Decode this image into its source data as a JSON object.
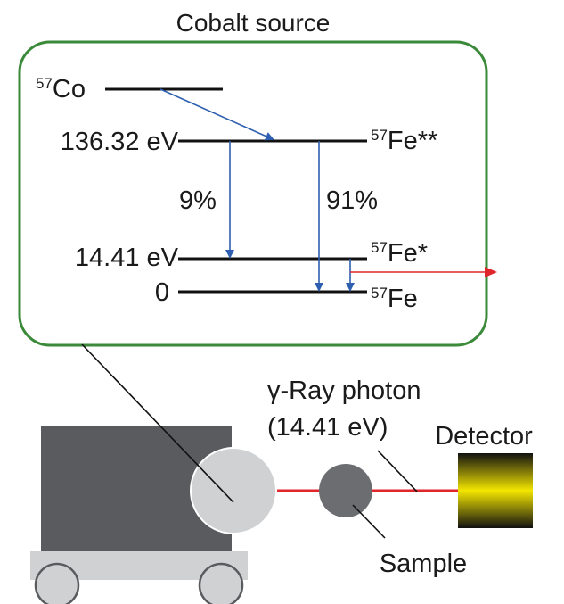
{
  "title": "Cobalt source",
  "levels": {
    "co57": {
      "mass": "57",
      "element": "Co"
    },
    "fe_excited2": {
      "energy": "136.32 eV",
      "mass": "57",
      "element": "Fe**"
    },
    "fe_excited1": {
      "energy": "14.41 eV",
      "mass": "57",
      "element": "Fe*"
    },
    "fe_ground": {
      "energy": "0",
      "mass": "57",
      "element": "Fe"
    }
  },
  "branches": {
    "left": "9%",
    "right": "91%"
  },
  "gamma": {
    "line1": "γ-Ray photon",
    "line2": "(14.41 eV)"
  },
  "detector_label": "Detector",
  "sample_label": "Sample",
  "colors": {
    "box_border": "#3a8a3a",
    "arrow_blue": "#2e5fb0",
    "ray_red": "#e0262b",
    "cart_body": "#595b5e",
    "cart_base": "#cfd1d3",
    "source_disc": "#cfd1d3",
    "sample_disc": "#6b6d70",
    "detector_yellow": "#f4e600"
  }
}
